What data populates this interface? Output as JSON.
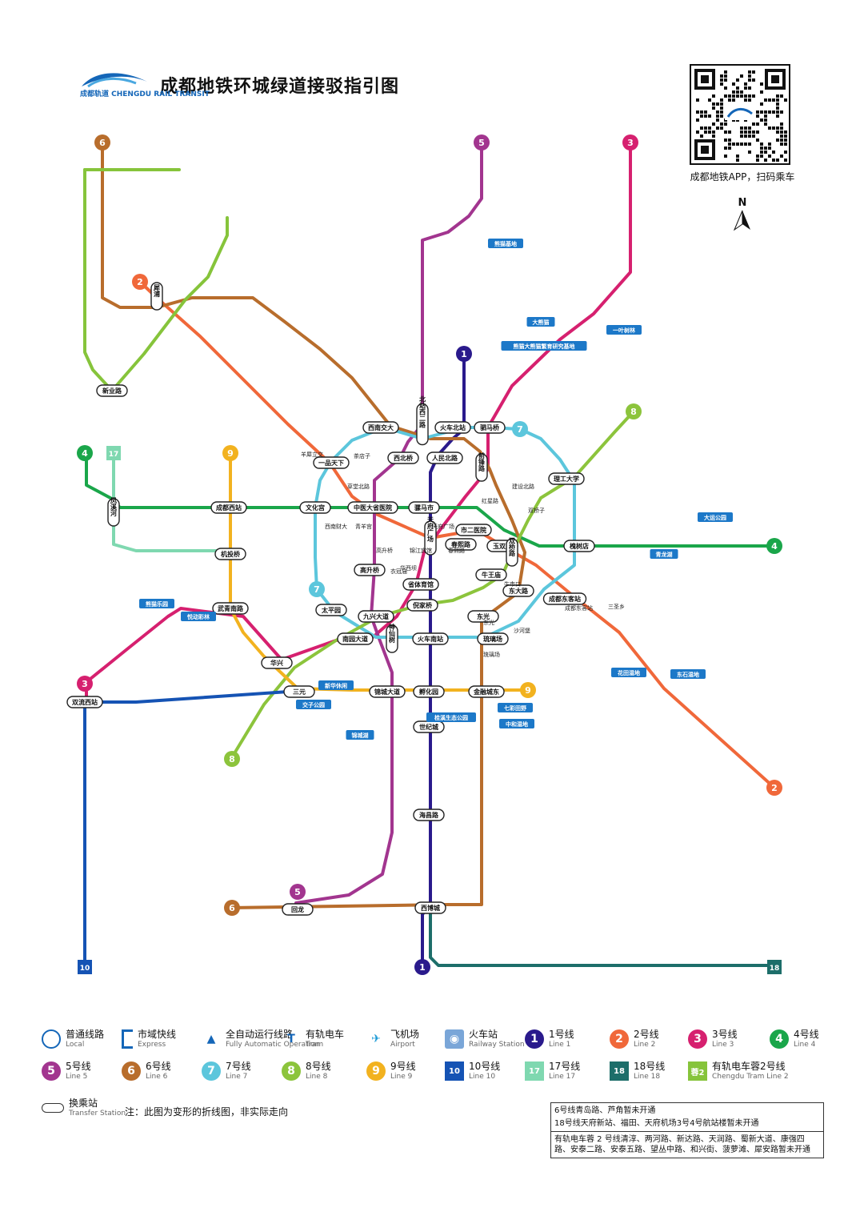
{
  "header": {
    "logo_text": "成都轨道 CHENGDU RAIL TRANSIT",
    "title": "成都地铁环城绿道接驳指引图"
  },
  "qr": {
    "caption": "成都地铁APP，扫码乘车"
  },
  "compass": {
    "label": "N"
  },
  "colors": {
    "line1": "#2a1a8c",
    "line2": "#f0683a",
    "line3": "#d6206f",
    "line4": "#1aa64a",
    "line5": "#a2358f",
    "line6": "#b86d2c",
    "line7": "#5cc6dc",
    "line8": "#8cc43c",
    "line9": "#f2b21f",
    "line10": "#1553b4",
    "line17": "#7fd8b0",
    "line18": "#1d6e6a",
    "tram2": "#86c43b"
  },
  "lines": [
    {
      "id": "line1",
      "badge": "1"
    },
    {
      "id": "line2",
      "badge": "2"
    },
    {
      "id": "line3",
      "badge": "3"
    },
    {
      "id": "line4",
      "badge": "4"
    },
    {
      "id": "line5",
      "badge": "5"
    },
    {
      "id": "line6",
      "badge": "6"
    },
    {
      "id": "line7",
      "badge": "7"
    },
    {
      "id": "line8",
      "badge": "8"
    },
    {
      "id": "line9",
      "badge": "9"
    },
    {
      "id": "line10",
      "badge": "10"
    },
    {
      "id": "line17",
      "badge": "17"
    },
    {
      "id": "line18",
      "badge": "18"
    }
  ],
  "transfer_stations": [
    "犀浦",
    "新业路",
    "西南交大",
    "北站西二路",
    "火车北站",
    "驷马桥",
    "一品天下",
    "西北桥",
    "人民北路",
    "前锋路",
    "理工大学",
    "凤溪河",
    "成都西站",
    "文化宫",
    "中医大省医院",
    "骡马市",
    "天府广场",
    "市二医院",
    "春熙路",
    "玉双路",
    "双桥路",
    "槐树店",
    "机投桥",
    "高升桥",
    "牛王庙",
    "省体育馆",
    "东大路",
    "成都东客站",
    "武青南路",
    "太平园",
    "九兴大道",
    "倪家桥",
    "东光",
    "南园大道",
    "神仙树",
    "火车南站",
    "琉璃场",
    "华兴",
    "三元",
    "锦城大道",
    "孵化园",
    "金融城东",
    "双流西站",
    "世纪城",
    "海昌路",
    "西博城",
    "回龙"
  ],
  "stations": [
    "红星路",
    "春熙路",
    "天府广场",
    "高升桥",
    "华西坝",
    "锦江宾馆",
    "衣冠庙",
    "青羊宫",
    "草堂北路",
    "西南财大",
    "茶店子",
    "羊犀立交",
    "琉璃场",
    "东光",
    "沙河堡",
    "双桥子",
    "牛市口",
    "建设北路",
    "成都东客站",
    "三圣乡"
  ],
  "green_spaces": [
    "熊猫基地",
    "熊猫大熊猫繁育研究基地",
    "一叶树林",
    "大熊猫",
    "青龙湖",
    "大运公园",
    "花田湿地",
    "东石湿地",
    "七彩田野",
    "锦城湖",
    "桂溪生态公园",
    "交子公园",
    "新华休闲",
    "悦动彩林",
    "熊猫乐园",
    "中和湿地"
  ],
  "legend": [
    {
      "cn": "普通线路",
      "en": "Local"
    },
    {
      "cn": "市域快线",
      "en": "Express"
    },
    {
      "cn": "全自动运行线路",
      "en": "Fully Automatic Operation"
    },
    {
      "cn": "有轨电车",
      "en": "Tram"
    },
    {
      "cn": "飞机场",
      "en": "Airport"
    },
    {
      "cn": "火车站",
      "en": "Railway Station"
    },
    {
      "cn": "1号线",
      "en": "Line 1",
      "badge": "1",
      "color": "#2a1a8c"
    },
    {
      "cn": "2号线",
      "en": "Line 2",
      "badge": "2",
      "color": "#f0683a"
    },
    {
      "cn": "3号线",
      "en": "Line 3",
      "badge": "3",
      "color": "#d6206f"
    },
    {
      "cn": "4号线",
      "en": "Line 4",
      "badge": "4",
      "color": "#1aa64a"
    },
    {
      "cn": "5号线",
      "en": "Line 5",
      "badge": "5",
      "color": "#a2358f"
    },
    {
      "cn": "6号线",
      "en": "Line 6",
      "badge": "6",
      "color": "#b86d2c"
    },
    {
      "cn": "7号线",
      "en": "Line 7",
      "badge": "7",
      "color": "#5cc6dc"
    },
    {
      "cn": "8号线",
      "en": "Line 8",
      "badge": "8",
      "color": "#8cc43c"
    },
    {
      "cn": "9号线",
      "en": "Line 9",
      "badge": "9",
      "color": "#f2b21f"
    },
    {
      "cn": "10号线",
      "en": "Line 10",
      "badge": "10",
      "color": "#1553b4"
    },
    {
      "cn": "17号线",
      "en": "Line 17",
      "badge": "17",
      "color": "#7fd8b0"
    },
    {
      "cn": "18号线",
      "en": "Line 18",
      "badge": "18",
      "color": "#1d6e6a"
    },
    {
      "cn": "有轨电车蓉2号线",
      "en": "Chengdu Tram Line 2",
      "badge": "蓉2",
      "color": "#86c43b"
    },
    {
      "cn": "换乘站",
      "en": "Transfer Station"
    }
  ],
  "legend_note": "注：此图为变形的折线图，非实际走向",
  "notes": [
    "6号线青岛路、芦角暂未开通",
    "18号线天府新站、福田、天府机场3号4号航站楼暂未开通",
    "有轨电车蓉 2 号线清淳、两河路、新达路、天润路、蜀新大道、康强四路、安泰二路、安泰五路、望丛中路、和兴街、菠萝滩、犀安路暂未开通"
  ]
}
